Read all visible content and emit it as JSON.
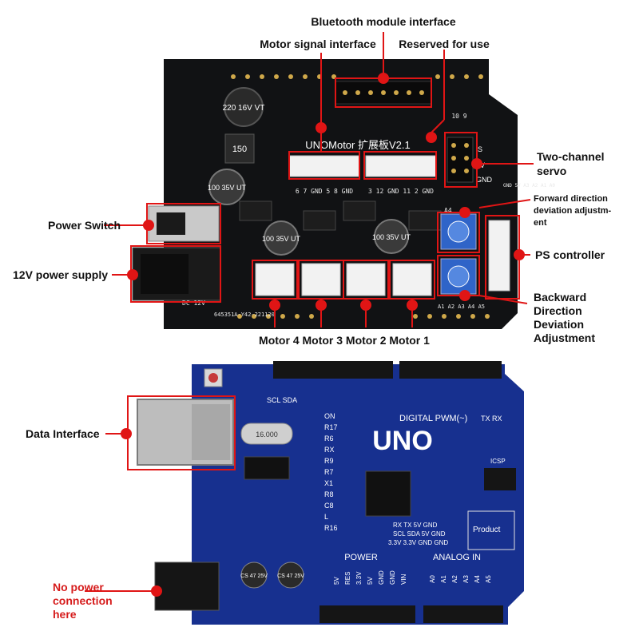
{
  "annotations": {
    "bluetooth": "Bluetooth module interface",
    "motor_signal": "Motor signal interface",
    "reserved": "Reserved for use",
    "two_channel_servo_1": "Two-channel",
    "two_channel_servo_2": "servo",
    "forward_dev_1": "Forward direction",
    "forward_dev_2": "deviation adjustm-",
    "forward_dev_3": "ent",
    "power_switch": "Power Switch",
    "ps_controller": "PS controller",
    "power_12v": "12V power supply",
    "backward_dev_1": "Backward",
    "backward_dev_2": "Direction",
    "backward_dev_3": "Deviation",
    "backward_dev_4": "Adjustment",
    "motors": "Motor 4 Motor 3 Motor 2 Motor 1",
    "data_interface": "Data Interface",
    "no_power_1": "No power",
    "no_power_2": "connection",
    "no_power_3": "here"
  },
  "shield": {
    "board_title": "UNOMotor 扩展板V2.1",
    "cap_top": "220 16V VT",
    "inductor": "150",
    "cap_left": "100 35V UT",
    "cap_mid": "100 35V UT",
    "cap_right": "100 35V UT",
    "conn_left_pins": "6 7 GND 5 8 GND",
    "conn_right_pins": "3 12 GND 11 2 GND",
    "servo_pins": "10 9",
    "servo_s": "S",
    "servo_5v": "5V",
    "servo_gnd": "GND",
    "ps_pins": "GND 5V A3 A2 A1 A0",
    "dc_label": "DC 12V",
    "bottom_code": "645351A-Y42-221120",
    "analog_pins": "A1 A2 A3 A4 A5",
    "pot_a4": "A4"
  },
  "uno": {
    "title": "UNO",
    "digital_pwm": "DIGITAL PWM(~)",
    "tx": "TX",
    "rx": "RX",
    "power": "POWER",
    "analog_in": "ANALOG IN",
    "icsp": "ICSP",
    "product": "Product",
    "scl_sda": "SCL SDA",
    "crystal": "16.000",
    "side_labels": [
      "ON",
      "R17",
      "R6",
      "RX",
      "R9",
      "R7",
      "X1",
      "R8",
      "C8",
      "L",
      "R16"
    ],
    "power_pins": [
      "5V",
      "RES",
      "3.3V",
      "5V",
      "GND",
      "GND",
      "VIN"
    ],
    "analog_pins": [
      "A0",
      "A1",
      "A2",
      "A3",
      "A4",
      "A5"
    ],
    "cap_1": "CS 47 25V",
    "cap_2": "CS 47 25V",
    "pin_legend_1": "RX   TX  5V  GND",
    "pin_legend_2": "SCL  SDA  5V  GND",
    "pin_legend_3": "3.3V 3.3V  GND GND"
  },
  "colors": {
    "annotation_red": "#e01515",
    "shield_black": "#111214",
    "uno_blue": "#17308f",
    "note_red": "#d61c1c"
  }
}
